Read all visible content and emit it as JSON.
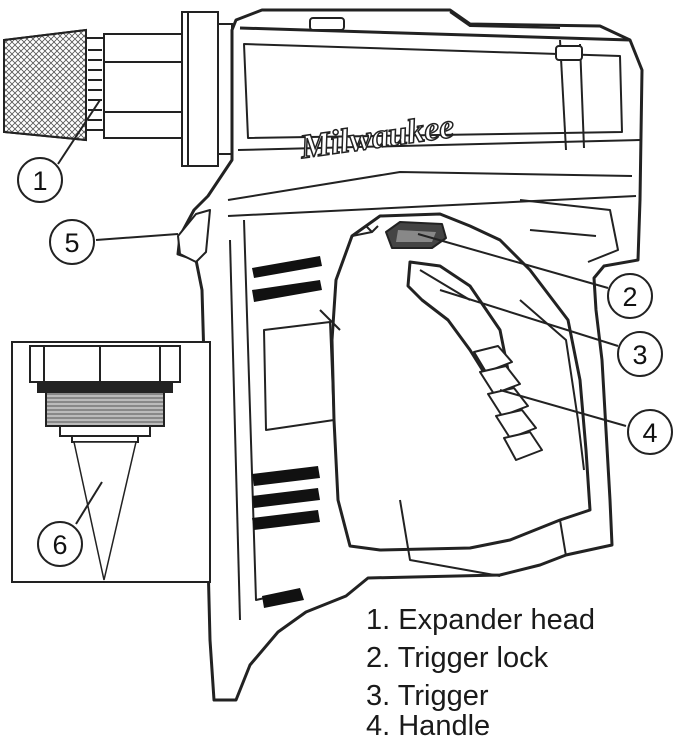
{
  "brand": {
    "logo_text": "Milwaukee"
  },
  "callouts": [
    {
      "number": "1"
    },
    {
      "number": "2"
    },
    {
      "number": "3"
    },
    {
      "number": "4"
    },
    {
      "number": "5"
    },
    {
      "number": "6"
    }
  ],
  "legend": [
    {
      "label": "1. Expander head"
    },
    {
      "label": "2. Trigger lock"
    },
    {
      "label": "3. Trigger"
    },
    {
      "label": "4. Handle"
    }
  ]
}
